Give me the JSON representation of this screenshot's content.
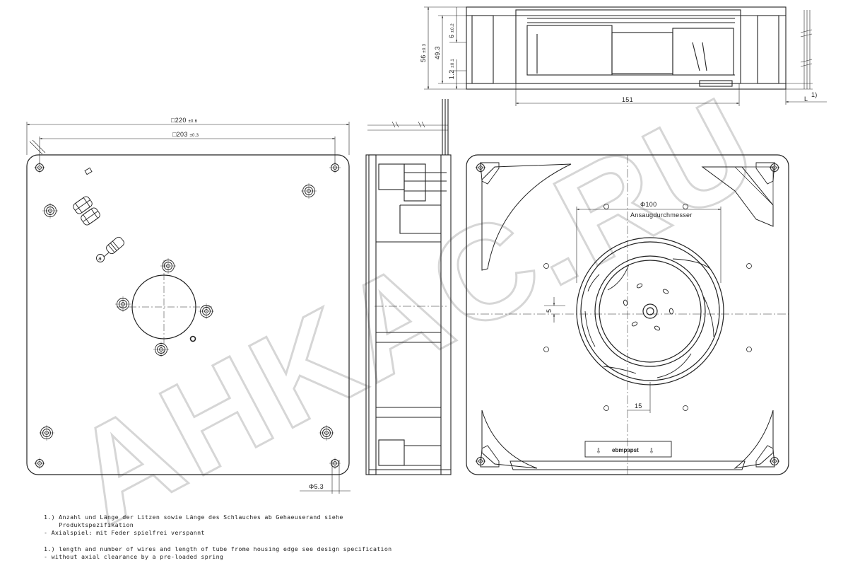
{
  "watermark": "AHKAC.RU",
  "front_view": {
    "dim_outer": "□220",
    "dim_outer_tol": "±0.6",
    "dim_hole_pitch": "□203",
    "dim_hole_pitch_tol": "±0.3",
    "dim_hole_diameter": "Φ5.3",
    "callout_a": "a"
  },
  "top_view": {
    "dim_height": "56",
    "dim_height_tol": "±0.3",
    "dim_inner_height": "49.3",
    "dim_flange_top": "6",
    "dim_flange_top_tol": "±0.2",
    "dim_flange_bottom": "1.2",
    "dim_flange_bottom_tol": "±0.1",
    "dim_width": "151",
    "wire_note": "1)",
    "wire_length": "L"
  },
  "inlet_view": {
    "dim_inlet": "Φ100",
    "dim_inlet_label": "Ansaugdurchmesser",
    "dim_offset_5": "5",
    "dim_offset_15": "15",
    "brand": "ebmpapst",
    "arrow_left": "⇩",
    "arrow_right": "⇩"
  },
  "notes": {
    "de_line1": "1.) Anzahl und Länge der Litzen sowie Länge des Schlauches ab Gehaeuserand siehe",
    "de_line2": "    Produktspezifikation",
    "de_line3": "- Axialspiel: mit Feder spielfrei verspannt",
    "en_line1": "1.) length and number of wires and length of tube frome housing edge see design specification",
    "en_line2": "- without axial clearance by a pre-loaded spring"
  },
  "colors": {
    "line": "#222222",
    "watermark": "#d6d6d6",
    "background": "#ffffff"
  }
}
